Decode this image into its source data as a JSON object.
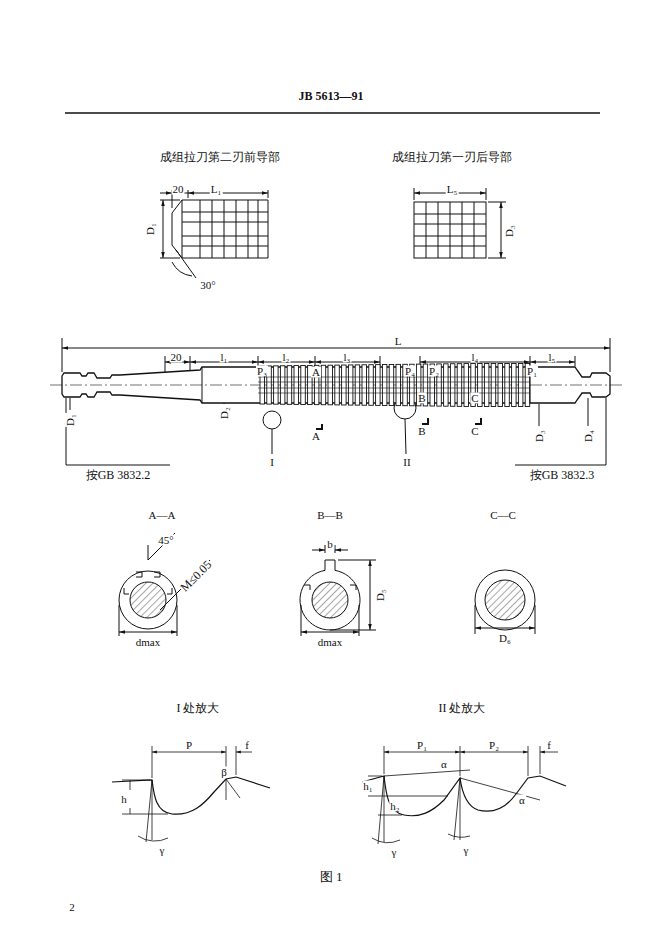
{
  "diagram": {
    "title": "JB 5613—91",
    "caption": "图 1",
    "labels": [
      "成组拉刀第二刃前导部",
      "20",
      "L₁",
      "D₁",
      "30°",
      "成组拉刀第一刃后导部",
      "L₅",
      "D₃",
      "L",
      "20",
      "l₁",
      "l₂",
      "l₃",
      "l₄",
      "l₅",
      "P₃",
      "A",
      "P₄",
      "P₂",
      "B",
      "C",
      "P₁",
      "A",
      "B",
      "C",
      "D₁",
      "D₂",
      "D₃",
      "D₄",
      "I",
      "II",
      "按GB 3832.2",
      "按GB 3832.3",
      "A—A",
      "B—B",
      "C—C",
      "45°",
      "M≤0.05",
      "dmax",
      "b",
      "D₅",
      "dmax",
      "D₆",
      "I 处放大",
      "P",
      "f",
      "β",
      "h",
      "γ",
      "II 处放大",
      "P₁",
      "P₂",
      "f",
      "h₁",
      "α",
      "h₂",
      "α",
      "γ",
      "γ",
      "2"
    ]
  }
}
